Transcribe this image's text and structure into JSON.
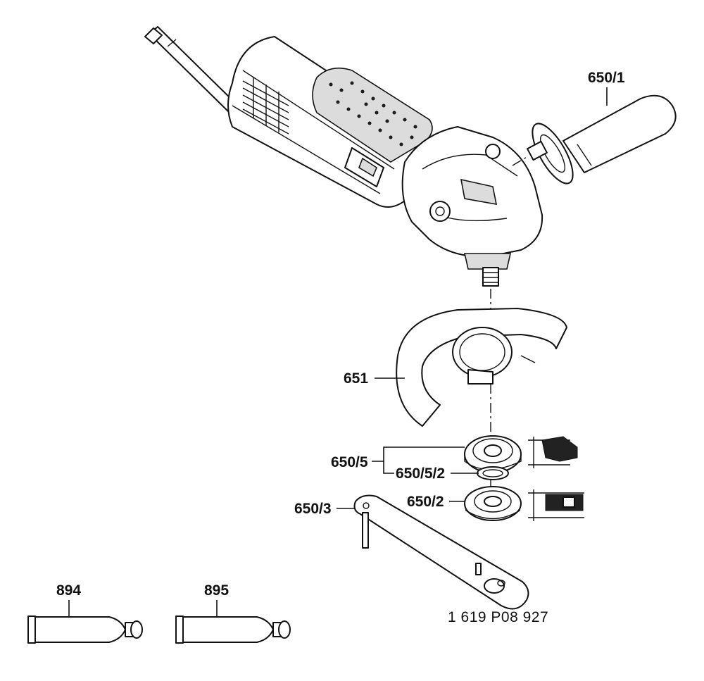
{
  "parts": [
    {
      "id": "p1",
      "label": "650/1"
    },
    {
      "id": "p2",
      "label": "651"
    },
    {
      "id": "p3",
      "label": "650/5"
    },
    {
      "id": "p4",
      "label": "650/5/2"
    },
    {
      "id": "p5",
      "label": "650/2"
    },
    {
      "id": "p6",
      "label": "650/3"
    },
    {
      "id": "p7",
      "label": "894"
    },
    {
      "id": "p8",
      "label": "895"
    }
  ],
  "spanner_part_number": "1 619 P08 927",
  "colors": {
    "line": "#111111",
    "fill": "#ffffff",
    "shade": "#dcdcdc"
  }
}
